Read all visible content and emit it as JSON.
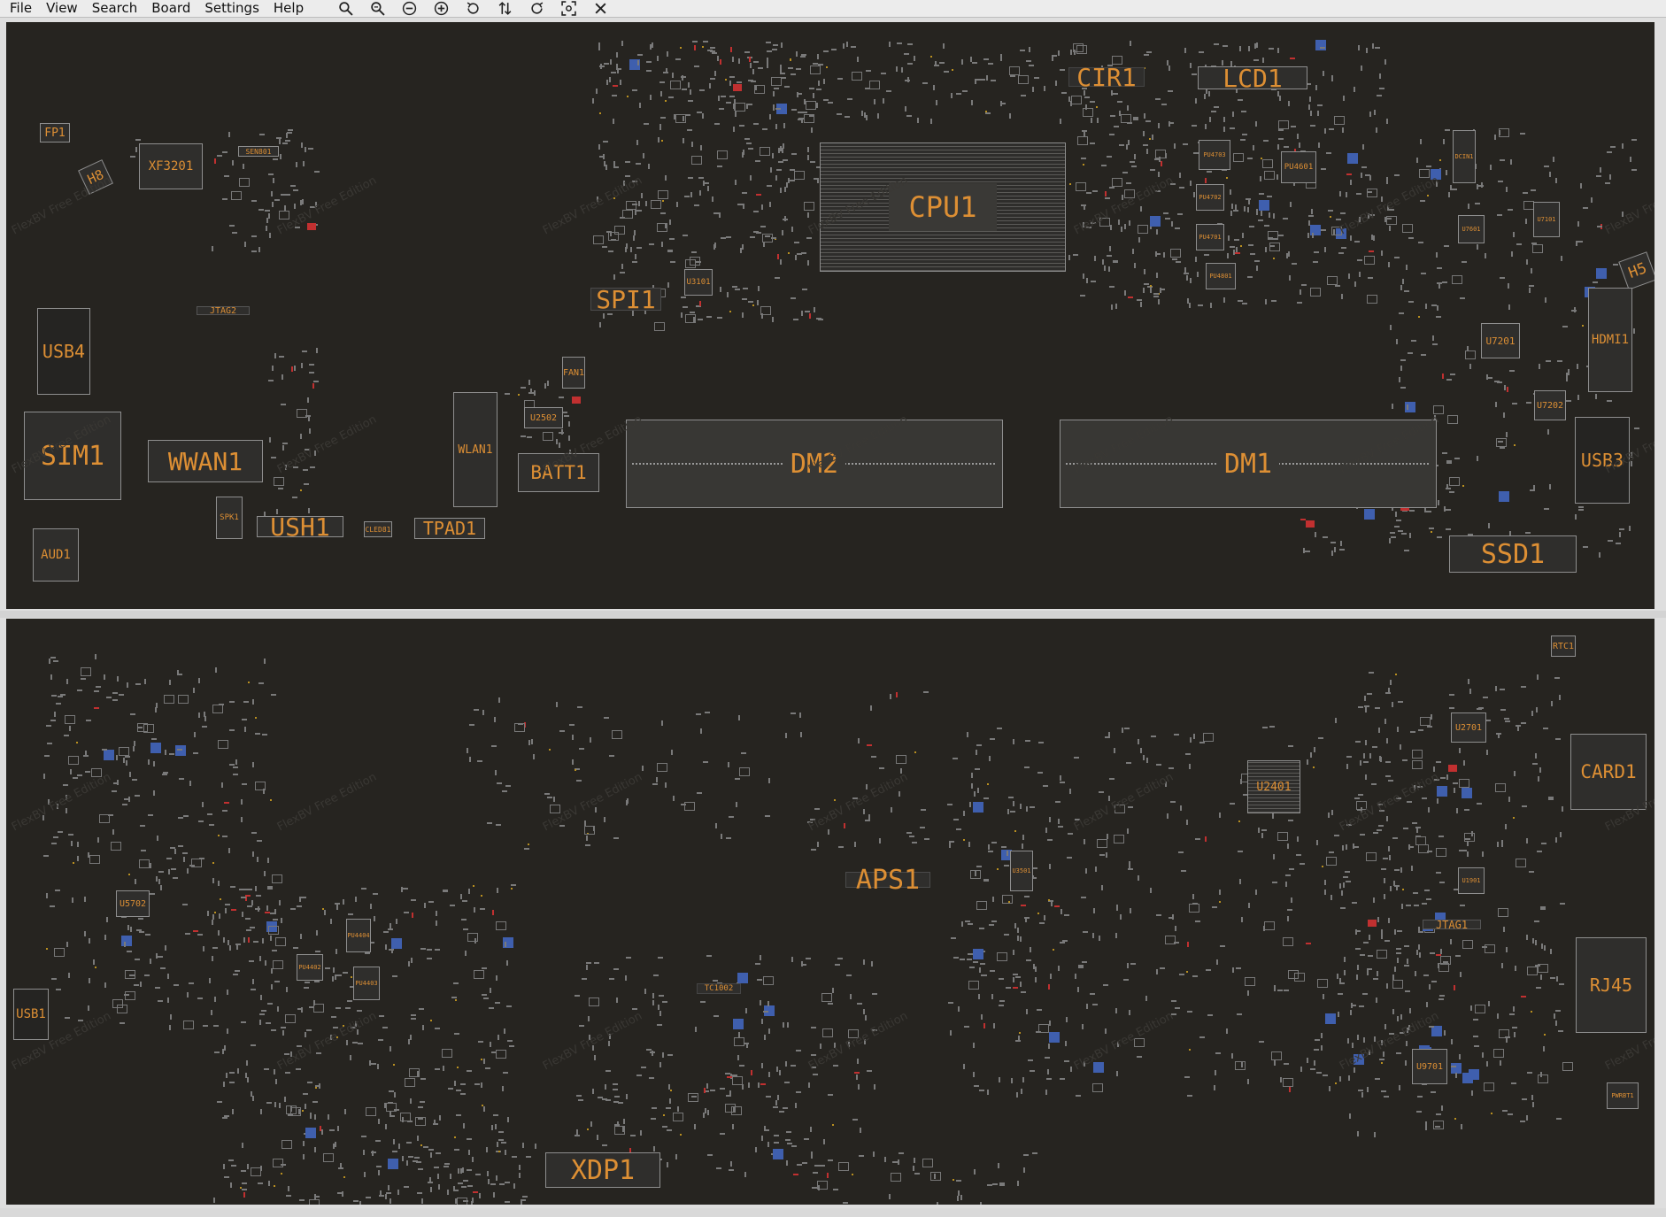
{
  "menu": [
    "File",
    "View",
    "Search",
    "Board",
    "Settings",
    "Help"
  ],
  "toolbar": [
    {
      "icon": "search-icon"
    },
    {
      "icon": "zoom-fit-icon"
    },
    {
      "icon": "zoom-out-icon"
    },
    {
      "icon": "zoom-in-icon"
    },
    {
      "icon": "rotate-left-icon"
    },
    {
      "icon": "flip-icon"
    },
    {
      "icon": "rotate-right-icon"
    },
    {
      "icon": "fit-screen-icon"
    },
    {
      "icon": "close-icon"
    }
  ],
  "watermark": "FlexBV Free Edition",
  "board": {
    "top": [
      {
        "ref": "FP1"
      },
      {
        "ref": "H8"
      },
      {
        "ref": "XF3201"
      },
      {
        "ref": "SEN801"
      },
      {
        "ref": "JTAG2"
      },
      {
        "ref": "USB4"
      },
      {
        "ref": "SIM1"
      },
      {
        "ref": "WWAN1"
      },
      {
        "ref": "SPK1"
      },
      {
        "ref": "USH1"
      },
      {
        "ref": "CLED81"
      },
      {
        "ref": "TPAD1"
      },
      {
        "ref": "AUD1"
      },
      {
        "ref": "WLAN1"
      },
      {
        "ref": "U2502"
      },
      {
        "ref": "FAN1"
      },
      {
        "ref": "BATT1"
      },
      {
        "ref": "SPI1"
      },
      {
        "ref": "U3101"
      },
      {
        "ref": "CPU1"
      },
      {
        "ref": "DM2"
      },
      {
        "ref": "DM1"
      },
      {
        "ref": "CIR1"
      },
      {
        "ref": "LCD1"
      },
      {
        "ref": "PU4701"
      },
      {
        "ref": "PU4702"
      },
      {
        "ref": "PU4703"
      },
      {
        "ref": "PU4601"
      },
      {
        "ref": "PU4801"
      },
      {
        "ref": "DCIN1"
      },
      {
        "ref": "U7601"
      },
      {
        "ref": "U7101"
      },
      {
        "ref": "H5"
      },
      {
        "ref": "U7201"
      },
      {
        "ref": "U7202"
      },
      {
        "ref": "HDMI1"
      },
      {
        "ref": "USB3"
      },
      {
        "ref": "SSD1"
      }
    ],
    "bottom": [
      {
        "ref": "RTC1"
      },
      {
        "ref": "CARD1"
      },
      {
        "ref": "U2701"
      },
      {
        "ref": "U2401"
      },
      {
        "ref": "APS1"
      },
      {
        "ref": "U5702"
      },
      {
        "ref": "USB1"
      },
      {
        "ref": "XDP1"
      },
      {
        "ref": "JTAG1"
      },
      {
        "ref": "RJ45"
      },
      {
        "ref": "U9701"
      },
      {
        "ref": "PWRBT1"
      },
      {
        "ref": "PU4404"
      },
      {
        "ref": "PU4403"
      },
      {
        "ref": "PU4402"
      },
      {
        "ref": "TC1002"
      },
      {
        "ref": "U3501"
      },
      {
        "ref": "U1901"
      }
    ]
  },
  "colors": {
    "board_bg": "#262420",
    "component_label": "#dd8f34",
    "component_outline": "#8e8e8e",
    "pad_grey": "#7a7a7a",
    "pad_blue": "#3f5fae",
    "pad_red": "#c13030"
  }
}
